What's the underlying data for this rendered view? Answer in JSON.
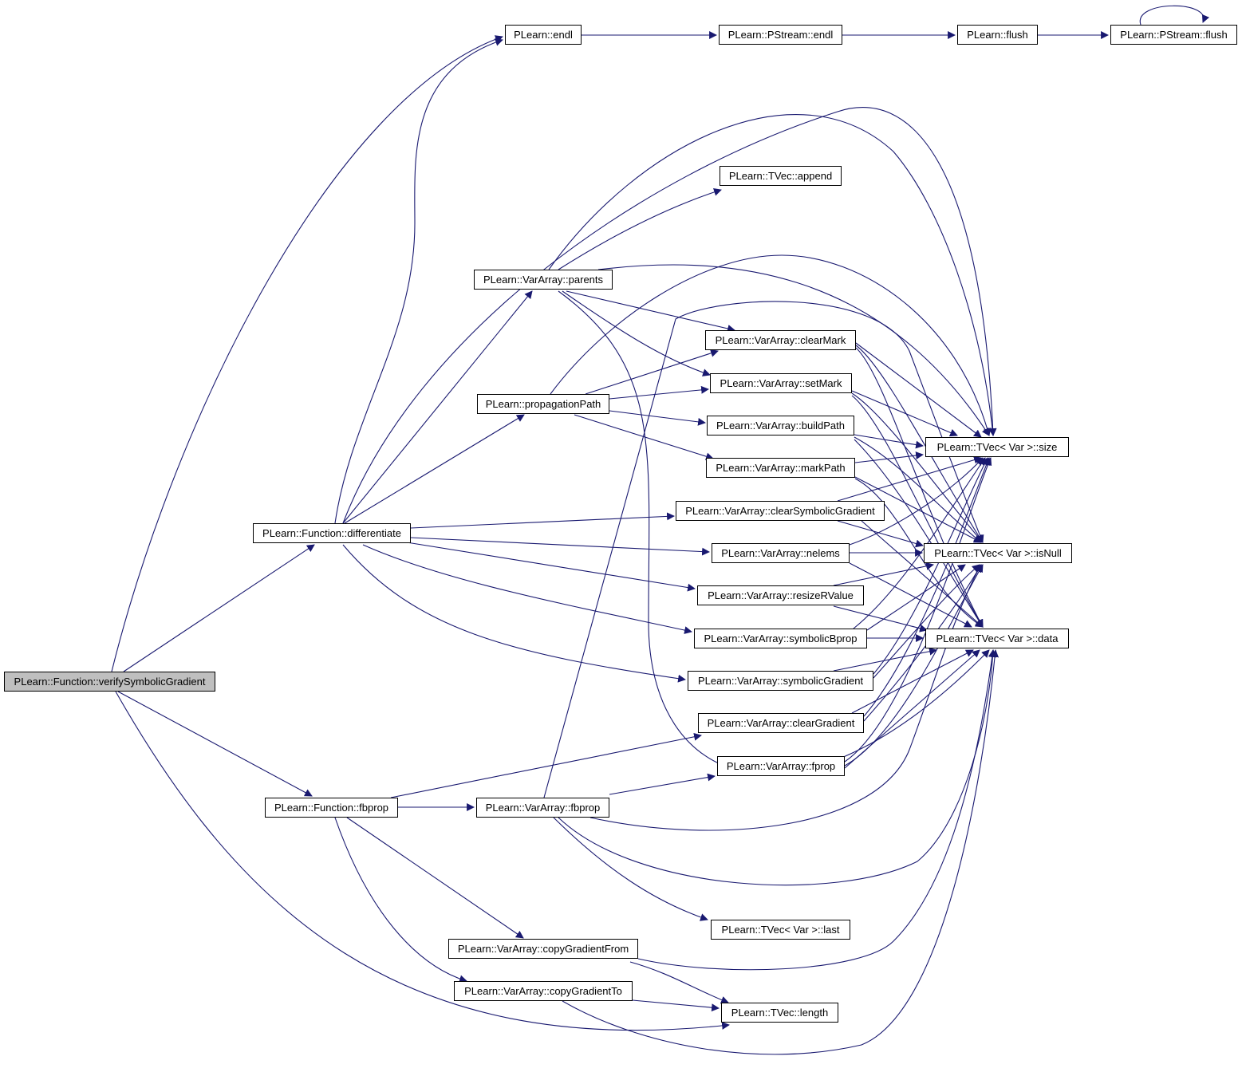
{
  "graph": {
    "edge_color": "#191970",
    "root_fill": "#bfbfbf",
    "node_fill": "#ffffff",
    "nodes": {
      "verify": "PLearn::Function::verifySymbolicGradient",
      "endl": "PLearn::endl",
      "pstream_endl": "PLearn::PStream::endl",
      "flush": "PLearn::flush",
      "pstream_flush": "PLearn::PStream::flush",
      "append": "PLearn::TVec::append",
      "parents": "PLearn::VarArray::parents",
      "clearMark": "PLearn::VarArray::clearMark",
      "propagationPath": "PLearn::propagationPath",
      "setMark": "PLearn::VarArray::setMark",
      "buildPath": "PLearn::VarArray::buildPath",
      "size": "PLearn::TVec< Var >::size",
      "markPath": "PLearn::VarArray::markPath",
      "clearSymbolicGradient": "PLearn::VarArray::clearSymbolicGradient",
      "differentiate": "PLearn::Function::differentiate",
      "nelems": "PLearn::VarArray::nelems",
      "isNull": "PLearn::TVec< Var >::isNull",
      "resizeRValue": "PLearn::VarArray::resizeRValue",
      "symbolicBprop": "PLearn::VarArray::symbolicBprop",
      "data": "PLearn::TVec< Var >::data",
      "symbolicGradient": "PLearn::VarArray::symbolicGradient",
      "clearGradient": "PLearn::VarArray::clearGradient",
      "fprop": "PLearn::VarArray::fprop",
      "function_fbprop": "PLearn::Function::fbprop",
      "vararray_fbprop": "PLearn::VarArray::fbprop",
      "last": "PLearn::TVec< Var >::last",
      "copyGradientFrom": "PLearn::VarArray::copyGradientFrom",
      "copyGradientTo": "PLearn::VarArray::copyGradientTo",
      "length": "PLearn::TVec::length"
    }
  }
}
